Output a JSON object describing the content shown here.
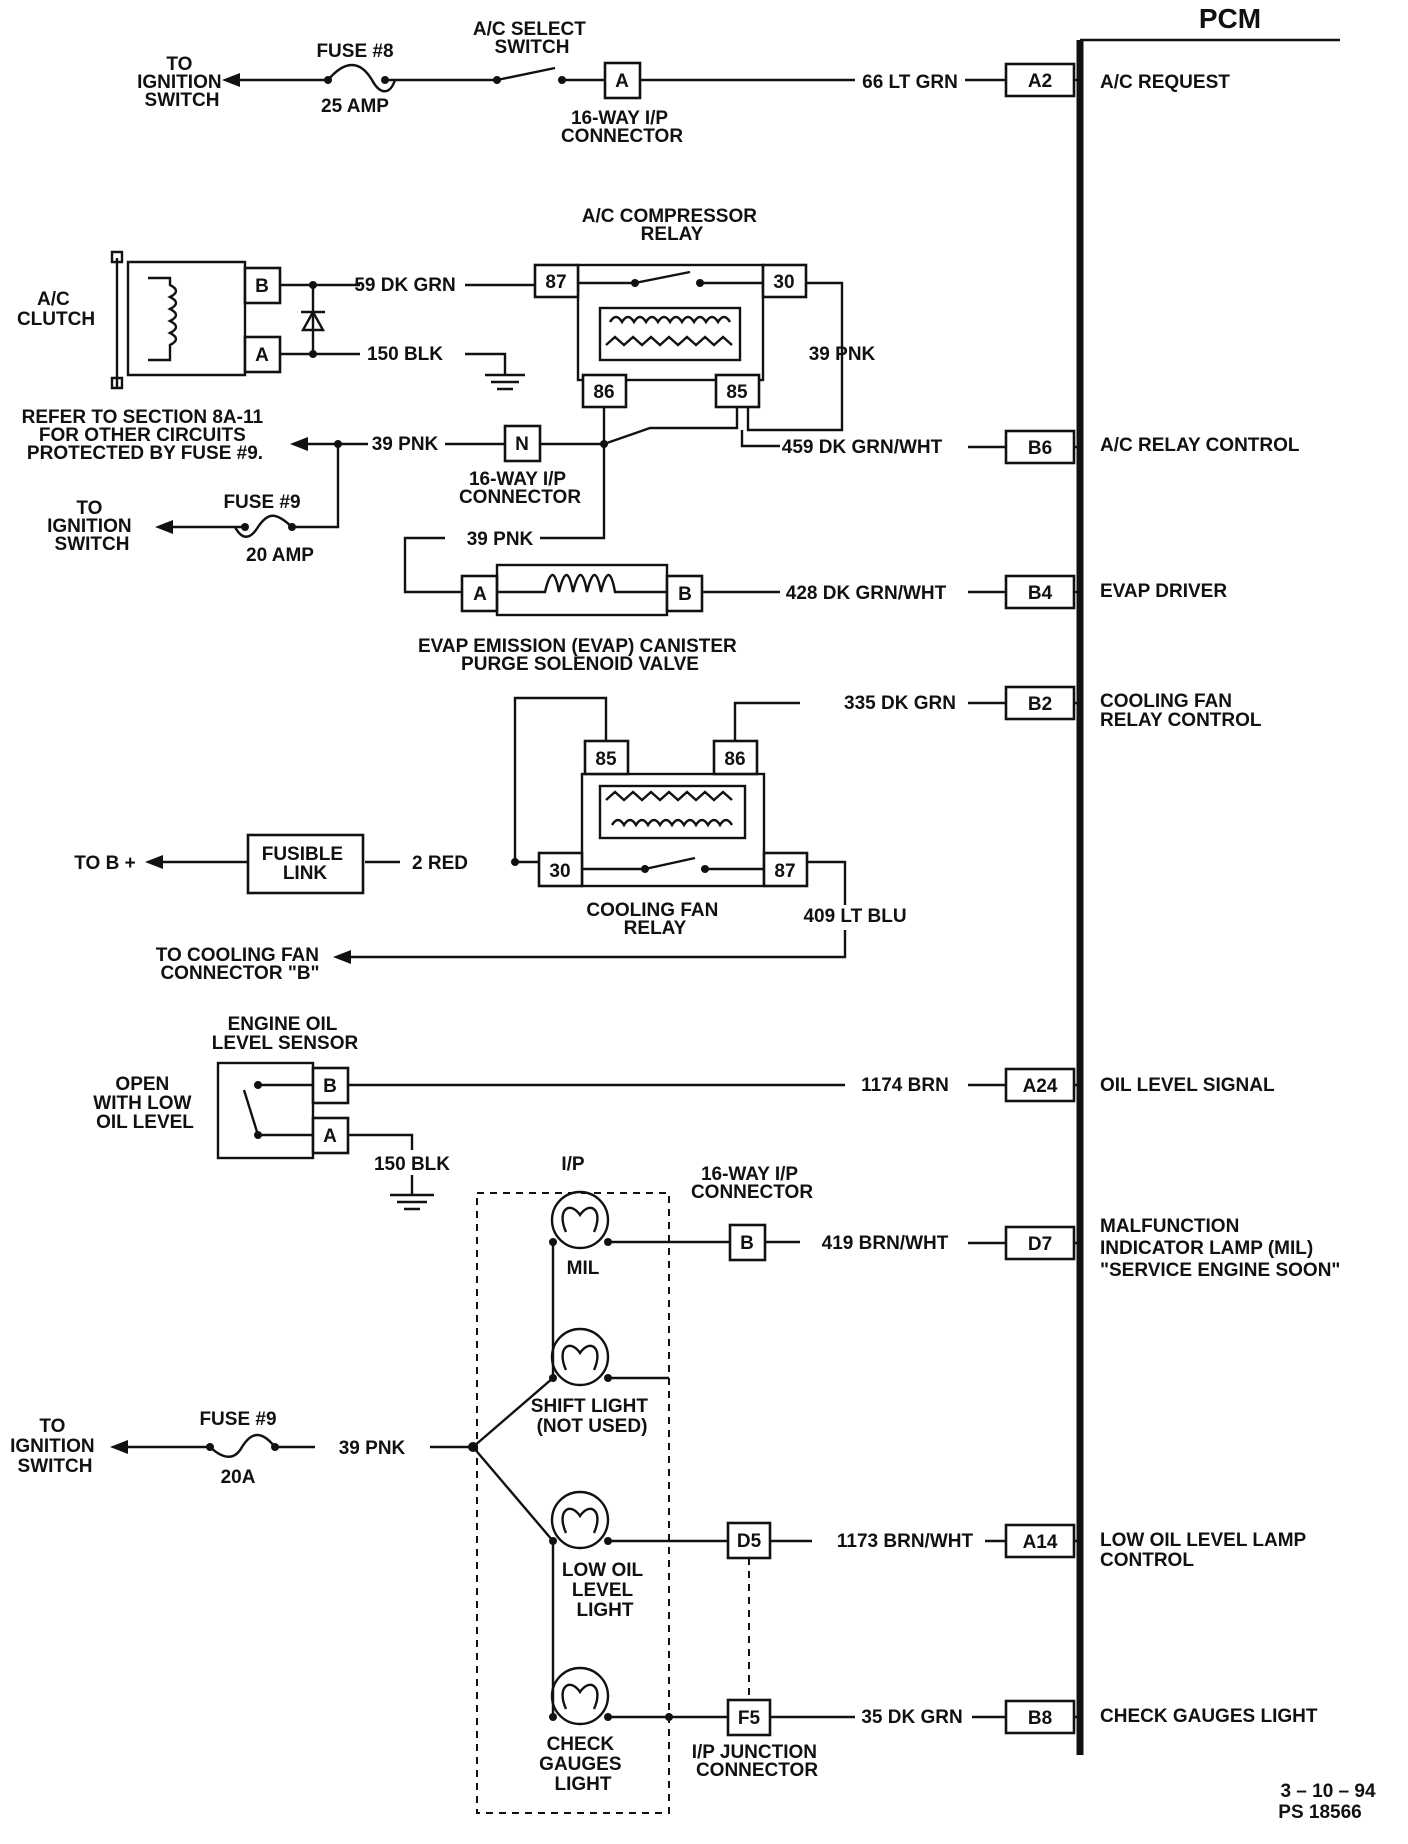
{
  "pcm": {
    "title": "PCM",
    "pins": [
      "A2",
      "B6",
      "B4",
      "B2",
      "A24",
      "D7",
      "A14",
      "B8"
    ],
    "functions": {
      "a2": "A/C REQUEST",
      "b6": "A/C RELAY CONTROL",
      "b4": "EVAP DRIVER",
      "b2_line1": "COOLING FAN",
      "b2_line2": "RELAY CONTROL",
      "a24": "OIL LEVEL SIGNAL",
      "d7_line1": "MALFUNCTION",
      "d7_line2": "INDICATOR LAMP (MIL)",
      "d7_line3": "\"SERVICE ENGINE SOON\"",
      "a14_line1": "LOW OIL LEVEL LAMP",
      "a14_line2": "CONTROL",
      "b8": "CHECK GAUGES LIGHT"
    }
  },
  "wires": {
    "w66": "66 LT GRN",
    "w59": "59 DK GRN",
    "w150a": "150 BLK",
    "w39a": "39 PNK",
    "w39b": "39 PNK",
    "w39c": "39 PNK",
    "w459": "459 DK GRN/WHT",
    "w428": "428 DK GRN/WHT",
    "w335": "335 DK GRN",
    "w2": "2 RED",
    "w409": "409 LT BLU",
    "w1174": "1174 BRN",
    "w150b": "150 BLK",
    "w419": "419 BRN/WHT",
    "w39d": "39 PNK",
    "w1173": "1173 BRN/WHT",
    "w35": "35 DK GRN"
  },
  "components": {
    "to_ign_1": [
      "TO",
      "IGNITION",
      "SWITCH"
    ],
    "fuse8": "FUSE #8",
    "fuse8_amp": "25 AMP",
    "ac_select": [
      "A/C SELECT",
      "SWITCH"
    ],
    "conn_a": "A",
    "ip16_1": [
      "16-WAY I/P",
      "CONNECTOR"
    ],
    "ac_relay": [
      "A/C COMPRESSOR",
      "RELAY"
    ],
    "ac_relay_pins": [
      "87",
      "30",
      "86",
      "85"
    ],
    "ac_clutch": [
      "A/C",
      "CLUTCH"
    ],
    "clutch_pins": [
      "B",
      "A"
    ],
    "refer": [
      "REFER TO SECTION 8A-11",
      "FOR OTHER CIRCUITS",
      "PROTECTED BY FUSE #9."
    ],
    "conn_n": "N",
    "ip16_2": [
      "16-WAY I/P",
      "CONNECTOR"
    ],
    "to_ign_2": [
      "TO",
      "IGNITION",
      "SWITCH"
    ],
    "fuse9": "FUSE #9",
    "fuse9_amp": "20 AMP",
    "evap_pins": [
      "A",
      "B"
    ],
    "evap": [
      "EVAP EMISSION (EVAP) CANISTER",
      "PURGE SOLENOID VALVE"
    ],
    "fan_relay_pins": [
      "85",
      "86",
      "30",
      "87"
    ],
    "to_bplus": "TO B +",
    "fusible": [
      "FUSIBLE",
      "LINK"
    ],
    "fan_relay": [
      "COOLING FAN",
      "RELAY"
    ],
    "to_fan_conn": [
      "TO COOLING FAN",
      "CONNECTOR \"B\""
    ],
    "oil_sensor": [
      "ENGINE OIL",
      "LEVEL SENSOR"
    ],
    "oil_pins": [
      "B",
      "A"
    ],
    "open_low": [
      "OPEN",
      "WITH LOW",
      "OIL LEVEL"
    ],
    "ip": "I/P",
    "ip16_3": [
      "16-WAY I/P",
      "CONNECTOR"
    ],
    "conn_b": "B",
    "mil": "MIL",
    "shift": [
      "SHIFT LIGHT",
      "(NOT USED)"
    ],
    "low_oil": [
      "LOW OIL",
      "LEVEL",
      "LIGHT"
    ],
    "check_g": [
      "CHECK",
      "GAUGES",
      "LIGHT"
    ],
    "to_ign_3": [
      "TO",
      "IGNITION",
      "SWITCH"
    ],
    "fuse9b": "FUSE #9",
    "fuse9b_amp": "20A",
    "conn_d5": "D5",
    "conn_f5": "F5",
    "ip_junction": [
      "I/P JUNCTION",
      "CONNECTOR"
    ]
  },
  "footer": {
    "date": "3 – 10 – 94",
    "ref": "PS 18566"
  }
}
